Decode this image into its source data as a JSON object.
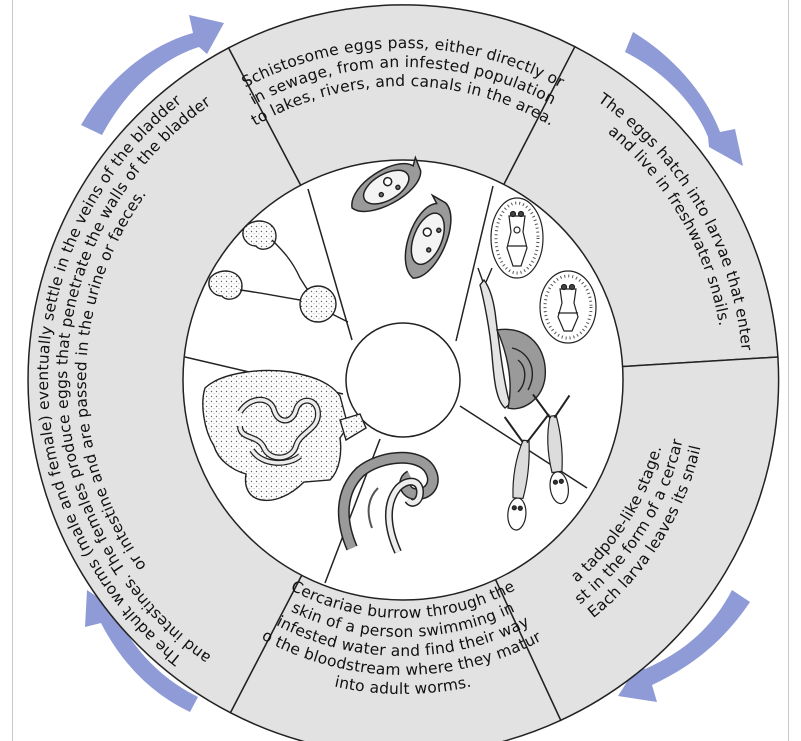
{
  "stages": [
    {
      "id": "eggs-pass",
      "lines": [
        "Schistosome eggs pass, either directly or",
        "in sewage, from an infested population",
        "to lakes, rivers, and canals in the area."
      ]
    },
    {
      "id": "eggs-hatch",
      "lines": [
        "The eggs hatch into larvae that enter",
        "and live in freshwater snails."
      ]
    },
    {
      "id": "larva-leaves",
      "lines": [
        "Each larva leaves its snail",
        "host in the form of a cercaria,",
        "a tadpole-like stage."
      ]
    },
    {
      "id": "cercariae-burrow",
      "lines": [
        "Cercariae burrow through the",
        "skin of a person swimming in",
        "infested water and find their way",
        "to the bloodstream where they mature",
        "into adult worms."
      ]
    },
    {
      "id": "adult-worms",
      "lines": [
        "The adult worms (male and female) eventually settle in the veins of the bladder",
        "and intestines. The females produce eggs that penetrate the walls of the bladder",
        "or intestine and are passed in the urine or faeces."
      ]
    }
  ],
  "colors": {
    "arrow": "#8f9bd6",
    "sector_fill": "#e2e2e2",
    "outline": "#222222",
    "border": "#c8c8c8"
  },
  "illustrations": [
    "schistosome-eggs-icon",
    "miracidium-larvae-icon",
    "freshwater-snail-icon",
    "cercariae-icon",
    "adult-worm-pair-icon",
    "bladder-icon",
    "intestine-icon"
  ]
}
